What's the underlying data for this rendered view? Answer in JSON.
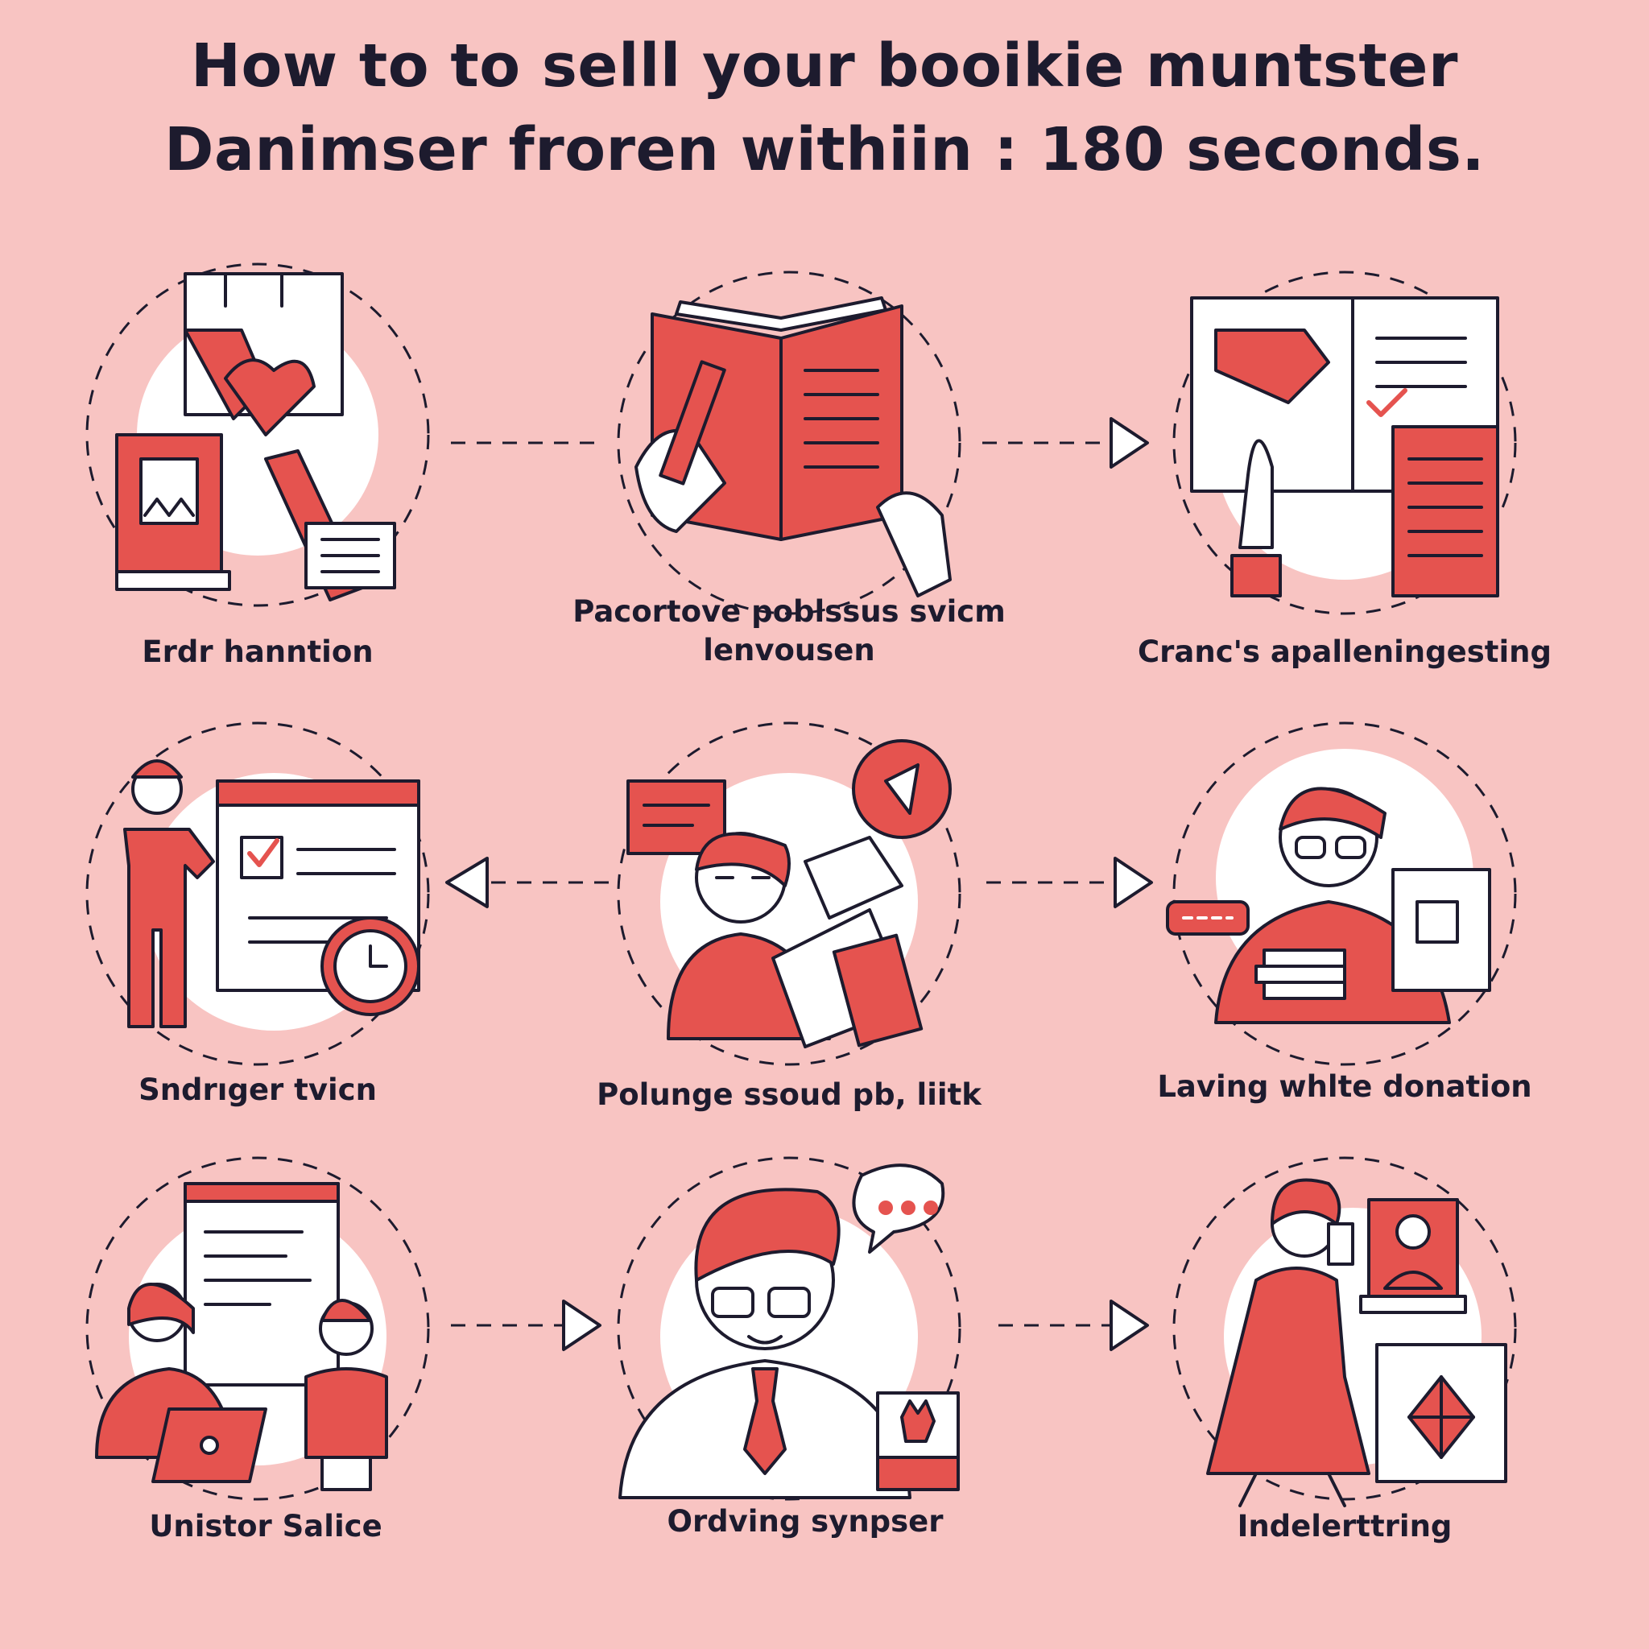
{
  "title": {
    "line1": "How to to selll your booikie muntster",
    "line2": "Danimser froren withiin : 180 seconds."
  },
  "steps": [
    {
      "label": "Erdr hanntion",
      "icon": "books-and-bag-icon"
    },
    {
      "label": "Pacortove poblssus svicm lenvousen",
      "icon": "open-book-with-pen-icon"
    },
    {
      "label": "Cranc's apalleningesting",
      "icon": "document-checklist-icon"
    },
    {
      "label": "Sndrıger tvicn",
      "icon": "person-with-checklist-and-clock-icon"
    },
    {
      "label": "Polunge ssoud pb, liitk",
      "icon": "person-with-papers-icon"
    },
    {
      "label": "Laving whlte donation",
      "icon": "person-with-book-stack-icon"
    },
    {
      "label": "Unistor Salice",
      "icon": "two-people-with-laptop-icon"
    },
    {
      "label": "Ordving synpser",
      "icon": "man-with-speech-bubble-icon"
    },
    {
      "label": "Indelerttring",
      "icon": "woman-with-phone-and-frame-icon"
    }
  ],
  "colors": {
    "background": "#f8c4c2",
    "accent": "#e5534f",
    "ink": "#1d1b2e"
  }
}
